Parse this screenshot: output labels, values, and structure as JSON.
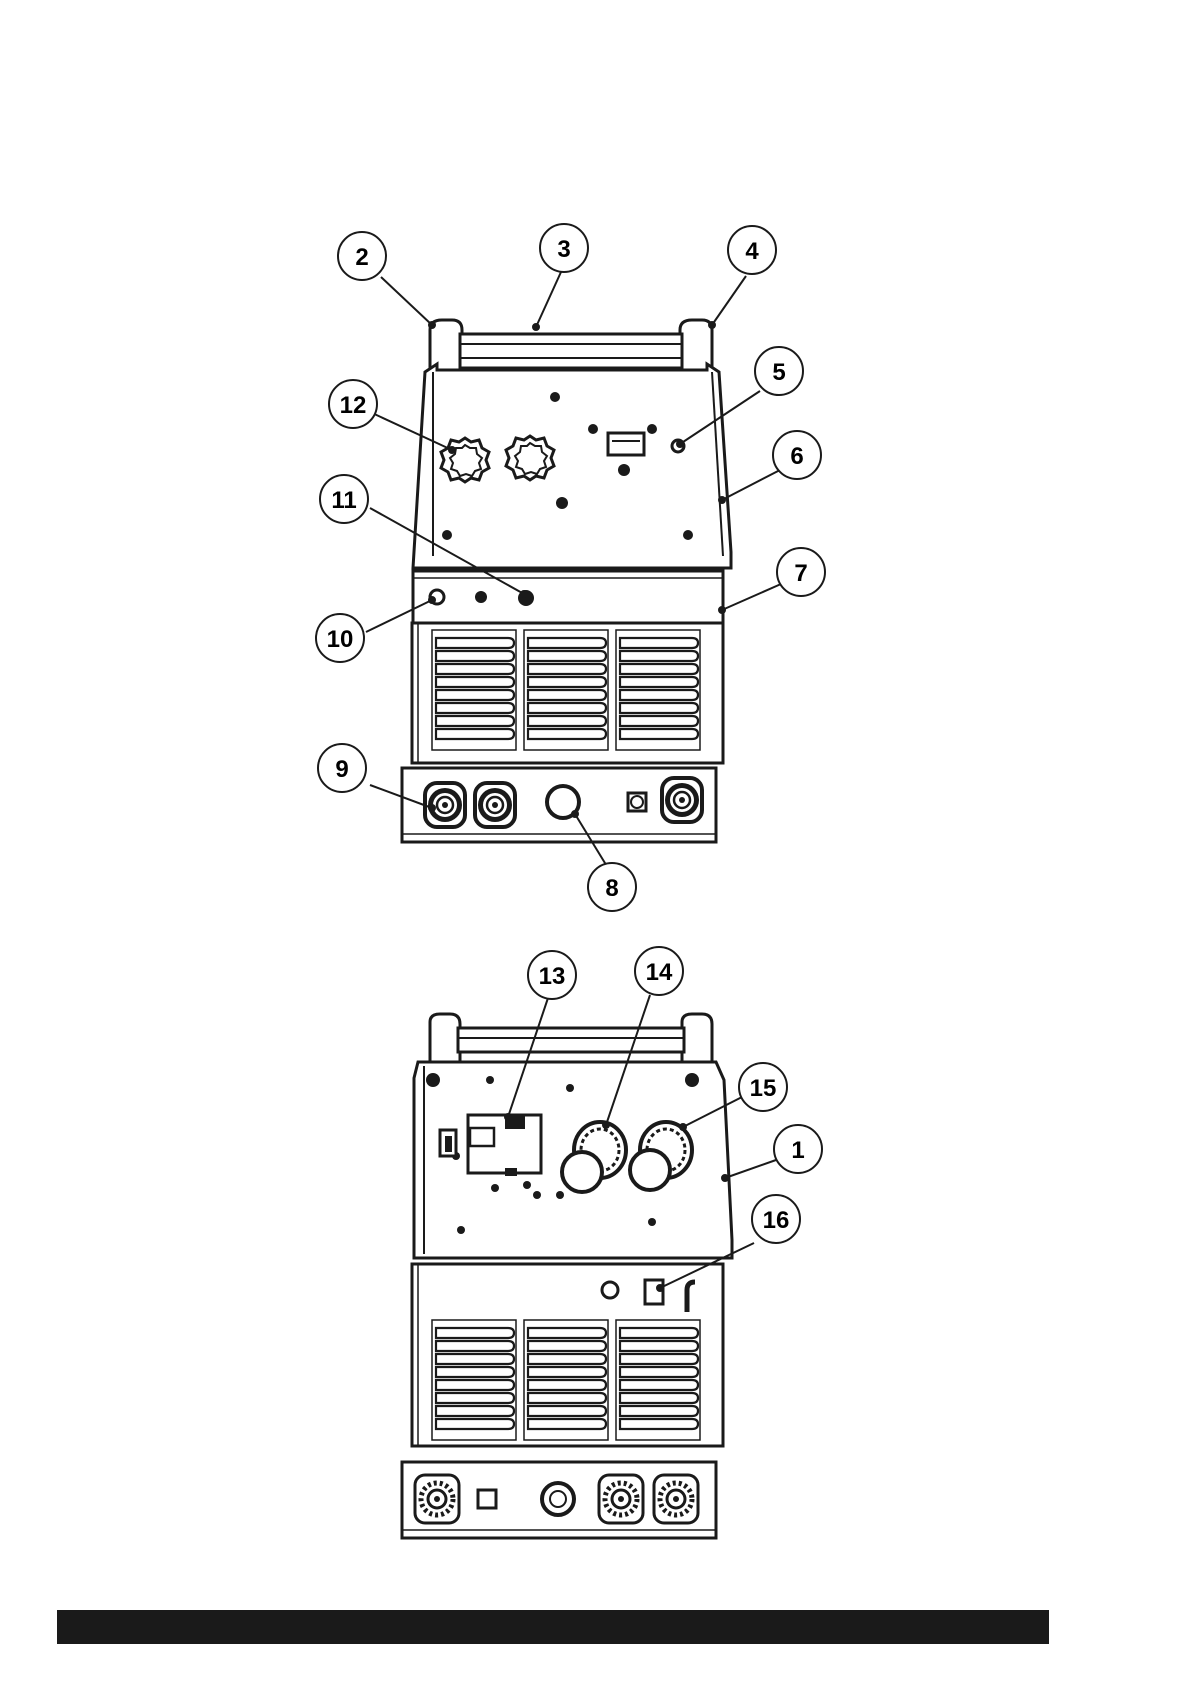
{
  "callouts": {
    "c1": "1",
    "c2": "2",
    "c3": "3",
    "c4": "4",
    "c5": "5",
    "c6": "6",
    "c7": "7",
    "c8": "8",
    "c9": "9",
    "c10": "10",
    "c11": "11",
    "c12": "12",
    "c13": "13",
    "c14": "14",
    "c15": "15",
    "c16": "16"
  },
  "colors": {
    "ink": "#1a1a1a",
    "paper": "#ffffff",
    "footer_bar": "#1a1a1a"
  },
  "views": [
    "front-view",
    "rear-view"
  ]
}
